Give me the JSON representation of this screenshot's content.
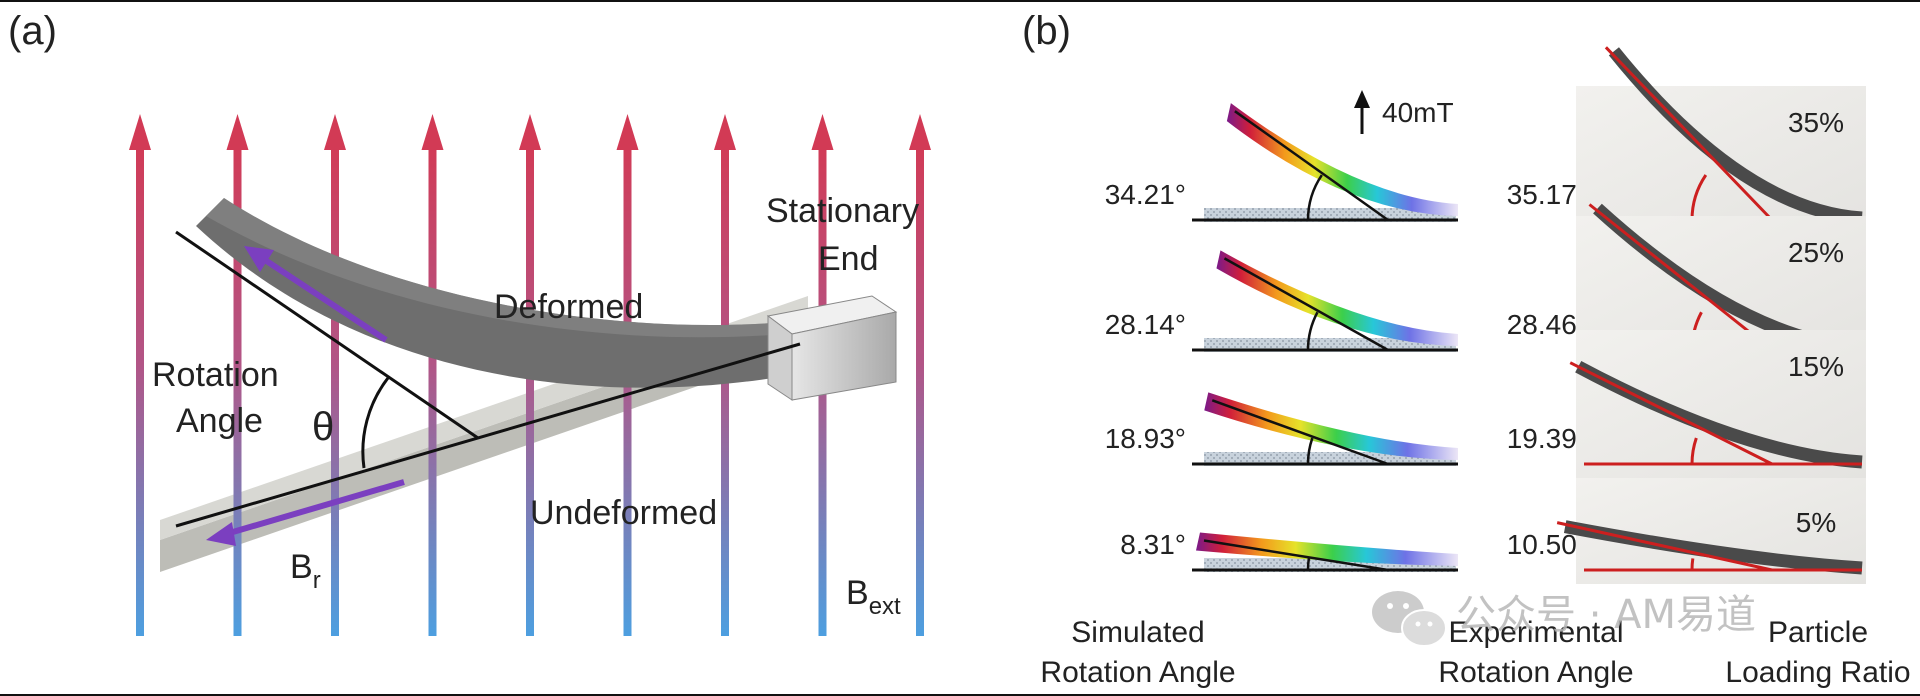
{
  "panel_a": {
    "label": "(a)",
    "stationary_end": [
      "Stationary",
      "End"
    ],
    "deformed": "Deformed",
    "undeformed": "Undeformed",
    "rotation_angle": [
      "Rotation",
      "Angle"
    ],
    "theta": "θ",
    "br_base": "B",
    "br_sub": "r",
    "bext_base": "B",
    "bext_sub": "ext",
    "field_arrow_count": 9,
    "colors": {
      "field_top": "#d23a55",
      "field_bottom": "#4d9fe0",
      "moment": "#7b3fc0",
      "beam_dark": "#6d6d6d",
      "beam_light": "#c9c9c4"
    }
  },
  "panel_b": {
    "label": "(b)",
    "field_label": "40mT",
    "simulated_header": [
      "Simulated",
      "Rotation Angle"
    ],
    "experimental_header": [
      "Experimental",
      "Rotation Angle"
    ],
    "particle_header": [
      "Particle",
      "Loading Ratio"
    ],
    "rows": [
      {
        "simulated": "34.21°",
        "experimental": "35.17°",
        "ratio": "35%",
        "angle_deg": 34.21
      },
      {
        "simulated": "28.14°",
        "experimental": "28.46°",
        "ratio": "25%",
        "angle_deg": 28.14
      },
      {
        "simulated": "18.93°",
        "experimental": "19.39°",
        "ratio": "15%",
        "angle_deg": 18.93
      },
      {
        "simulated": "8.31°",
        "experimental": "10.50°",
        "ratio": "5%",
        "angle_deg": 8.31
      }
    ],
    "colors": {
      "reference_line": "#cc1f1f"
    }
  },
  "watermark": {
    "text": "公众号 · AM易道"
  }
}
